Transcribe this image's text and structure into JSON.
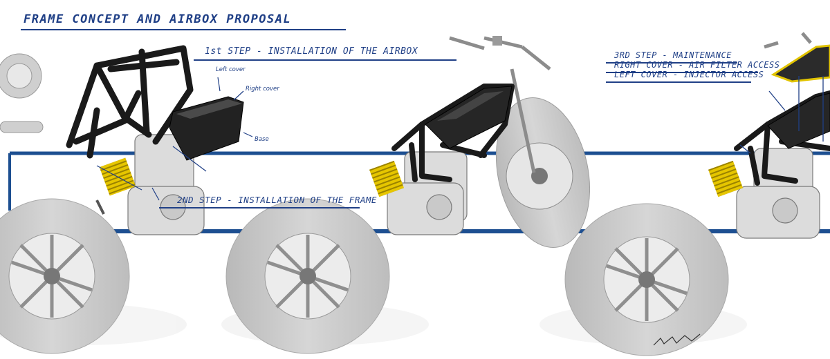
{
  "title": "FRAME CONCEPT AND AIRBOX PROPOSAL",
  "step1": "1st STEP - INSTALLATION OF THE AIRBOX",
  "step2": "2ND STEP - INSTALLATION OF THE FRAME",
  "step3": {
    "line1": "3RD STEP - MAINTENANCE",
    "line2": "RIGHT COVER - AIR FILTER ACCESS",
    "line3": "LEFT COVER - INJECTOR ACCESS"
  },
  "callouts": {
    "left_cover": "Left cover",
    "right_cover": "Right cover",
    "base": "Base"
  },
  "colors": {
    "annotation_blue": "#1f3f86",
    "band_blue": "#1d4f91",
    "frame_black": "#1a1a1a",
    "shock_yellow": "#e2c400",
    "tyre_grey": "#c8c8c8"
  }
}
